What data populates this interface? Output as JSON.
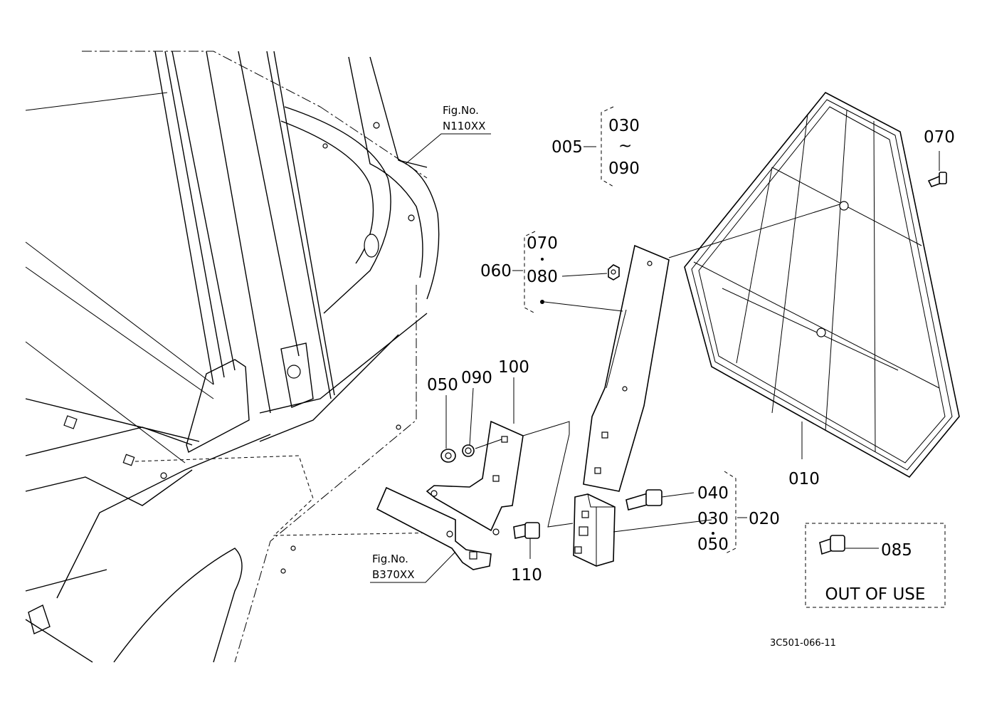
{
  "labels": {
    "p005": "005",
    "p010": "010",
    "p020": "020",
    "p030a": "030",
    "p030b": "030",
    "p040": "040",
    "p050a": "050",
    "p050b": "050",
    "p060": "060",
    "p070a": "070",
    "p070b": "070",
    "p080": "080",
    "p085": "085",
    "p090a": "090",
    "p090b": "090",
    "p100": "100",
    "p110": "110",
    "tilde": "~"
  },
  "figure_refs": {
    "fig_a_prefix": "Fig.No.",
    "fig_a_code": "N110XX",
    "fig_b_prefix": "Fig.No.",
    "fig_b_code": "B370XX"
  },
  "out_of_use": "OUT OF USE",
  "drawing_code": "3C501-066-11"
}
